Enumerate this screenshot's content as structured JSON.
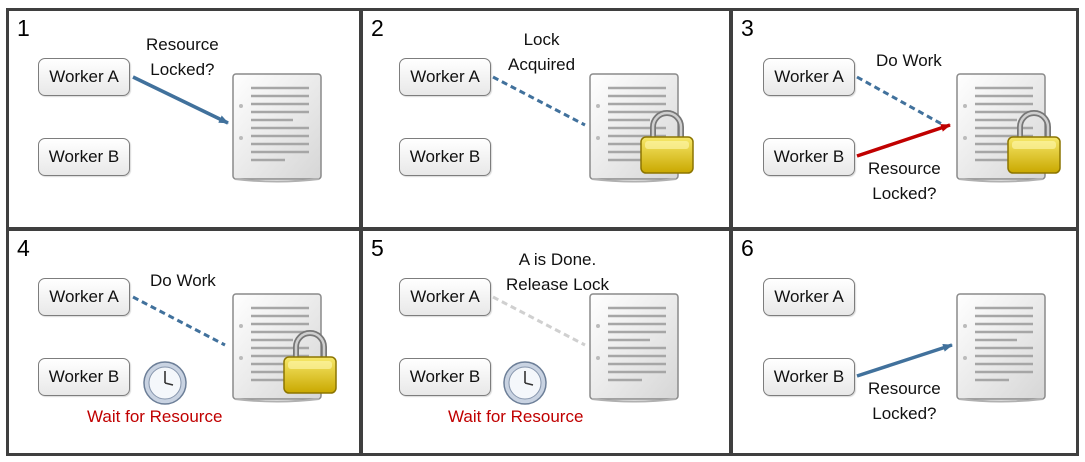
{
  "panels": [
    {
      "num": "1",
      "worker_a": "Worker A",
      "worker_b": "Worker B",
      "label": "Resource\nLocked?"
    },
    {
      "num": "2",
      "worker_a": "Worker A",
      "worker_b": "Worker B",
      "label": "Lock\nAcquired"
    },
    {
      "num": "3",
      "worker_a": "Worker A",
      "worker_b": "Worker B",
      "label_a": "Do Work",
      "label_b": "Resource\nLocked?"
    },
    {
      "num": "4",
      "worker_a": "Worker A",
      "worker_b": "Worker B",
      "label": "Do Work",
      "wait": "Wait for Resource"
    },
    {
      "num": "5",
      "worker_a": "Worker A",
      "worker_b": "Worker B",
      "label": "A is Done.\nRelease Lock",
      "wait": "Wait for Resource"
    },
    {
      "num": "6",
      "worker_a": "Worker A",
      "worker_b": "Worker B",
      "label": "Resource\nLocked?"
    }
  ],
  "colors": {
    "blue": "#41719c",
    "red": "#c00000",
    "gray": "#d0d0d0",
    "lock": "#e6c700"
  }
}
